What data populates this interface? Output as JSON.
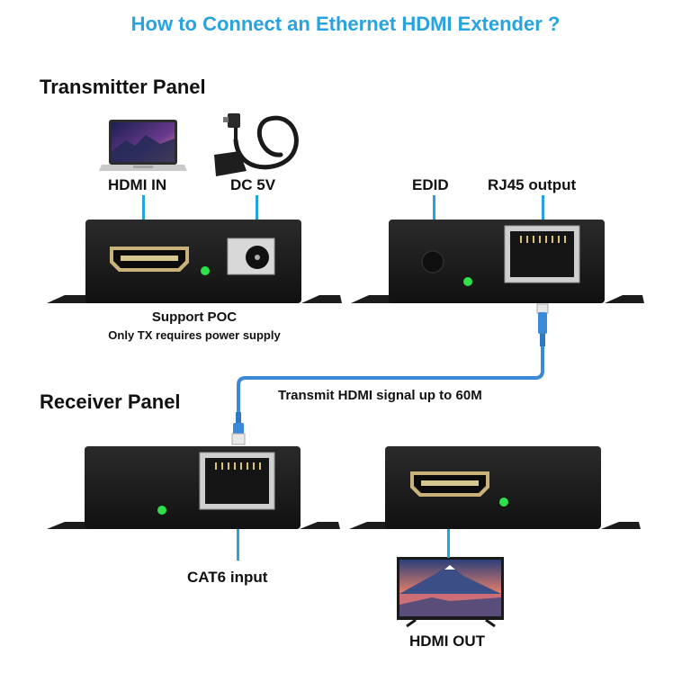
{
  "title": "How to Connect an Ethernet HDMI Extender ?",
  "transmitter": {
    "heading": "Transmitter Panel",
    "hdmi_in_label": "HDMI IN",
    "dc_label": "DC 5V",
    "edid_label": "EDID",
    "rj45_label": "RJ45 output",
    "poc_note": "Support POC",
    "power_note": "Only TX requires power supply"
  },
  "cable": {
    "label": "Transmit HDMI signal up to 60M"
  },
  "receiver": {
    "heading": "Receiver Panel",
    "cat6_label": "CAT6 input",
    "hdmi_out_label": "HDMI OUT"
  },
  "colors": {
    "accent": "#29a3dd",
    "device_body": "#1c1c1c",
    "led_green": "#2ee04a",
    "cable_blue": "#3a8ad8"
  }
}
